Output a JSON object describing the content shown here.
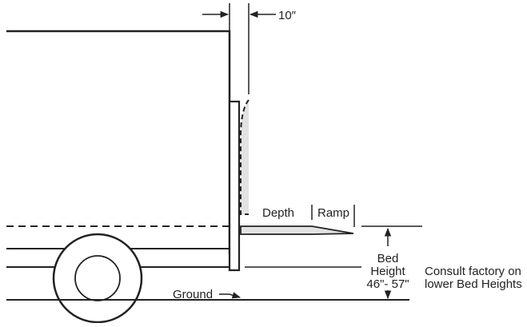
{
  "labels": {
    "clearance": "10″",
    "depth": "Depth",
    "ramp": "Ramp",
    "bed_height_line1": "Bed",
    "bed_height_line2": "Height",
    "bed_height_range": "46\"- 57\"",
    "note_line1": "Consult factory on",
    "note_line2": "lower Bed Heights",
    "ground": "Ground"
  },
  "colors": {
    "line": "#222222",
    "fill_light": "#e2e2e2"
  }
}
